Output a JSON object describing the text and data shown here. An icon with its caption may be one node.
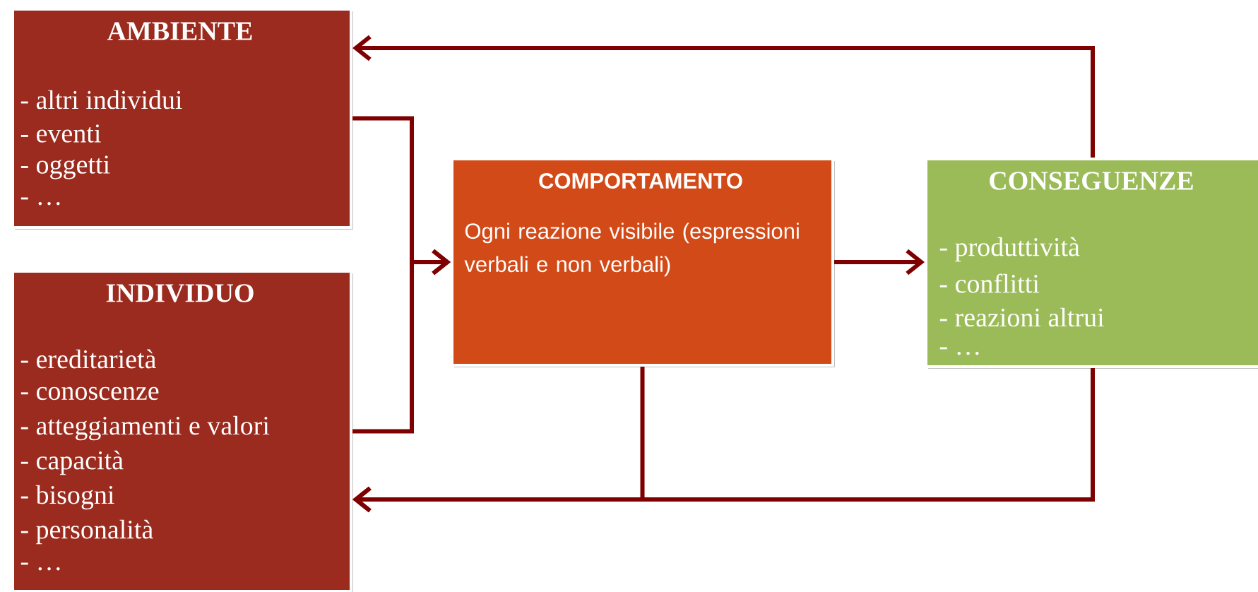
{
  "diagram": {
    "nodes": [
      {
        "text": [
          "AMBIENTE",
          "- altri individui",
          "- eventi",
          "- oggetti",
          "- …"
        ]
      },
      {
        "text": [
          "INDIVIDUO",
          "- ereditarietà",
          "- conoscenze",
          "- atteggiamenti e valori",
          "- capacità",
          "- bisogni",
          "- personalità",
          "- …"
        ]
      },
      {
        "text": [
          "COMPORTAMENTO",
          "Ogni reazione visibile (espressioni verbali e non verbali)"
        ]
      },
      {
        "text": [
          "CONSEGUENZE",
          "- produttività",
          "- conflitti",
          "- reazioni altrui",
          "- …"
        ]
      }
    ],
    "edges": [
      {
        "from": 0,
        "to": 2,
        "arrow": "to"
      },
      {
        "from": 1,
        "to": 2,
        "arrow": "to"
      },
      {
        "from": 2,
        "to": 3,
        "arrow": "to"
      },
      {
        "from": 3,
        "to": 0,
        "arrow": "to"
      },
      {
        "from": 3,
        "to": 1,
        "arrow": "to"
      },
      {
        "from": 2,
        "to": 1,
        "arrow": "to"
      }
    ]
  }
}
